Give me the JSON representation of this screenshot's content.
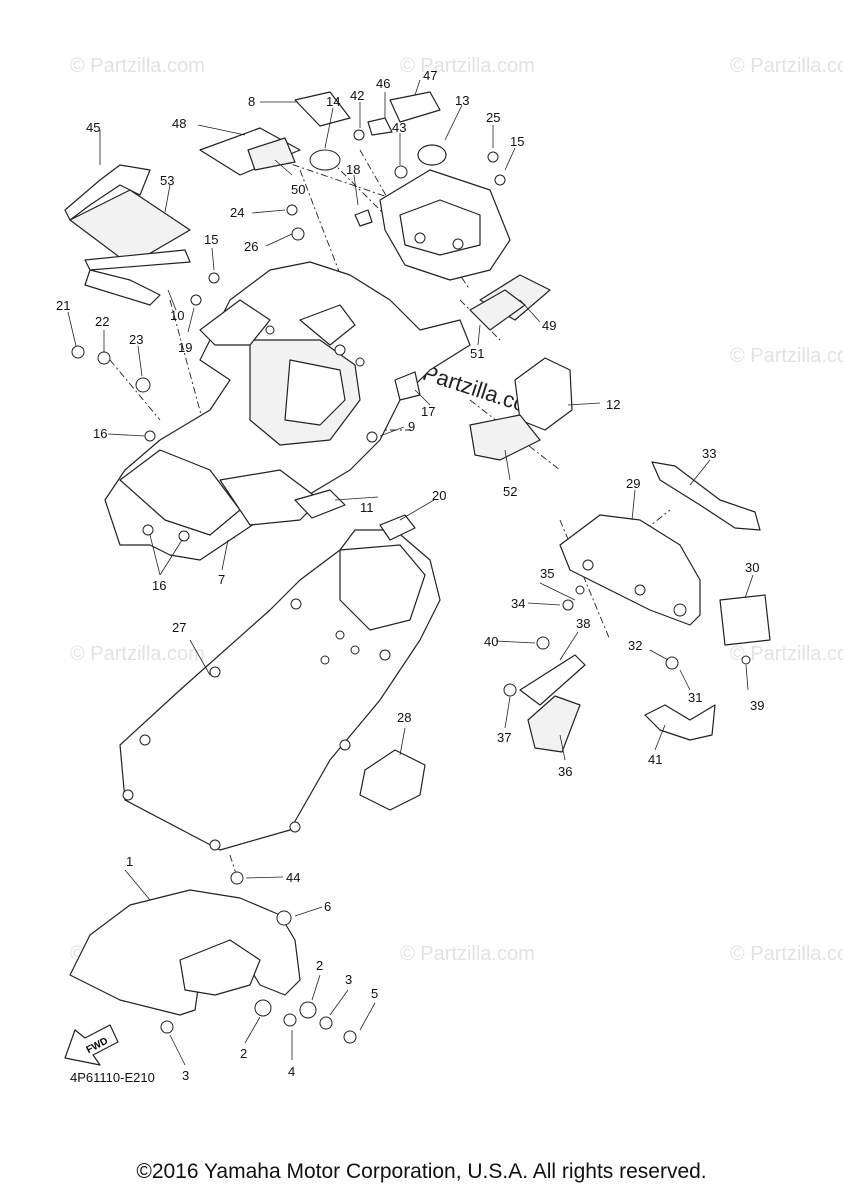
{
  "diagram": {
    "reference_code": "4P61110-E210",
    "copyright": "©2016 Yamaha Motor Corporation, U.S.A. All rights reserved.",
    "fwd_label": "FWD",
    "watermark": "© Partzilla.com",
    "callouts": [
      "1",
      "2",
      "3",
      "4",
      "5",
      "6",
      "7",
      "8",
      "9",
      "10",
      "11",
      "12",
      "13",
      "14",
      "15",
      "16",
      "17",
      "18",
      "19",
      "20",
      "21",
      "22",
      "23",
      "24",
      "25",
      "26",
      "27",
      "28",
      "29",
      "30",
      "31",
      "32",
      "33",
      "34",
      "35",
      "36",
      "37",
      "38",
      "39",
      "40",
      "41",
      "42",
      "43",
      "44",
      "45",
      "46",
      "47",
      "48",
      "49",
      "50",
      "51",
      "52",
      "53"
    ]
  }
}
